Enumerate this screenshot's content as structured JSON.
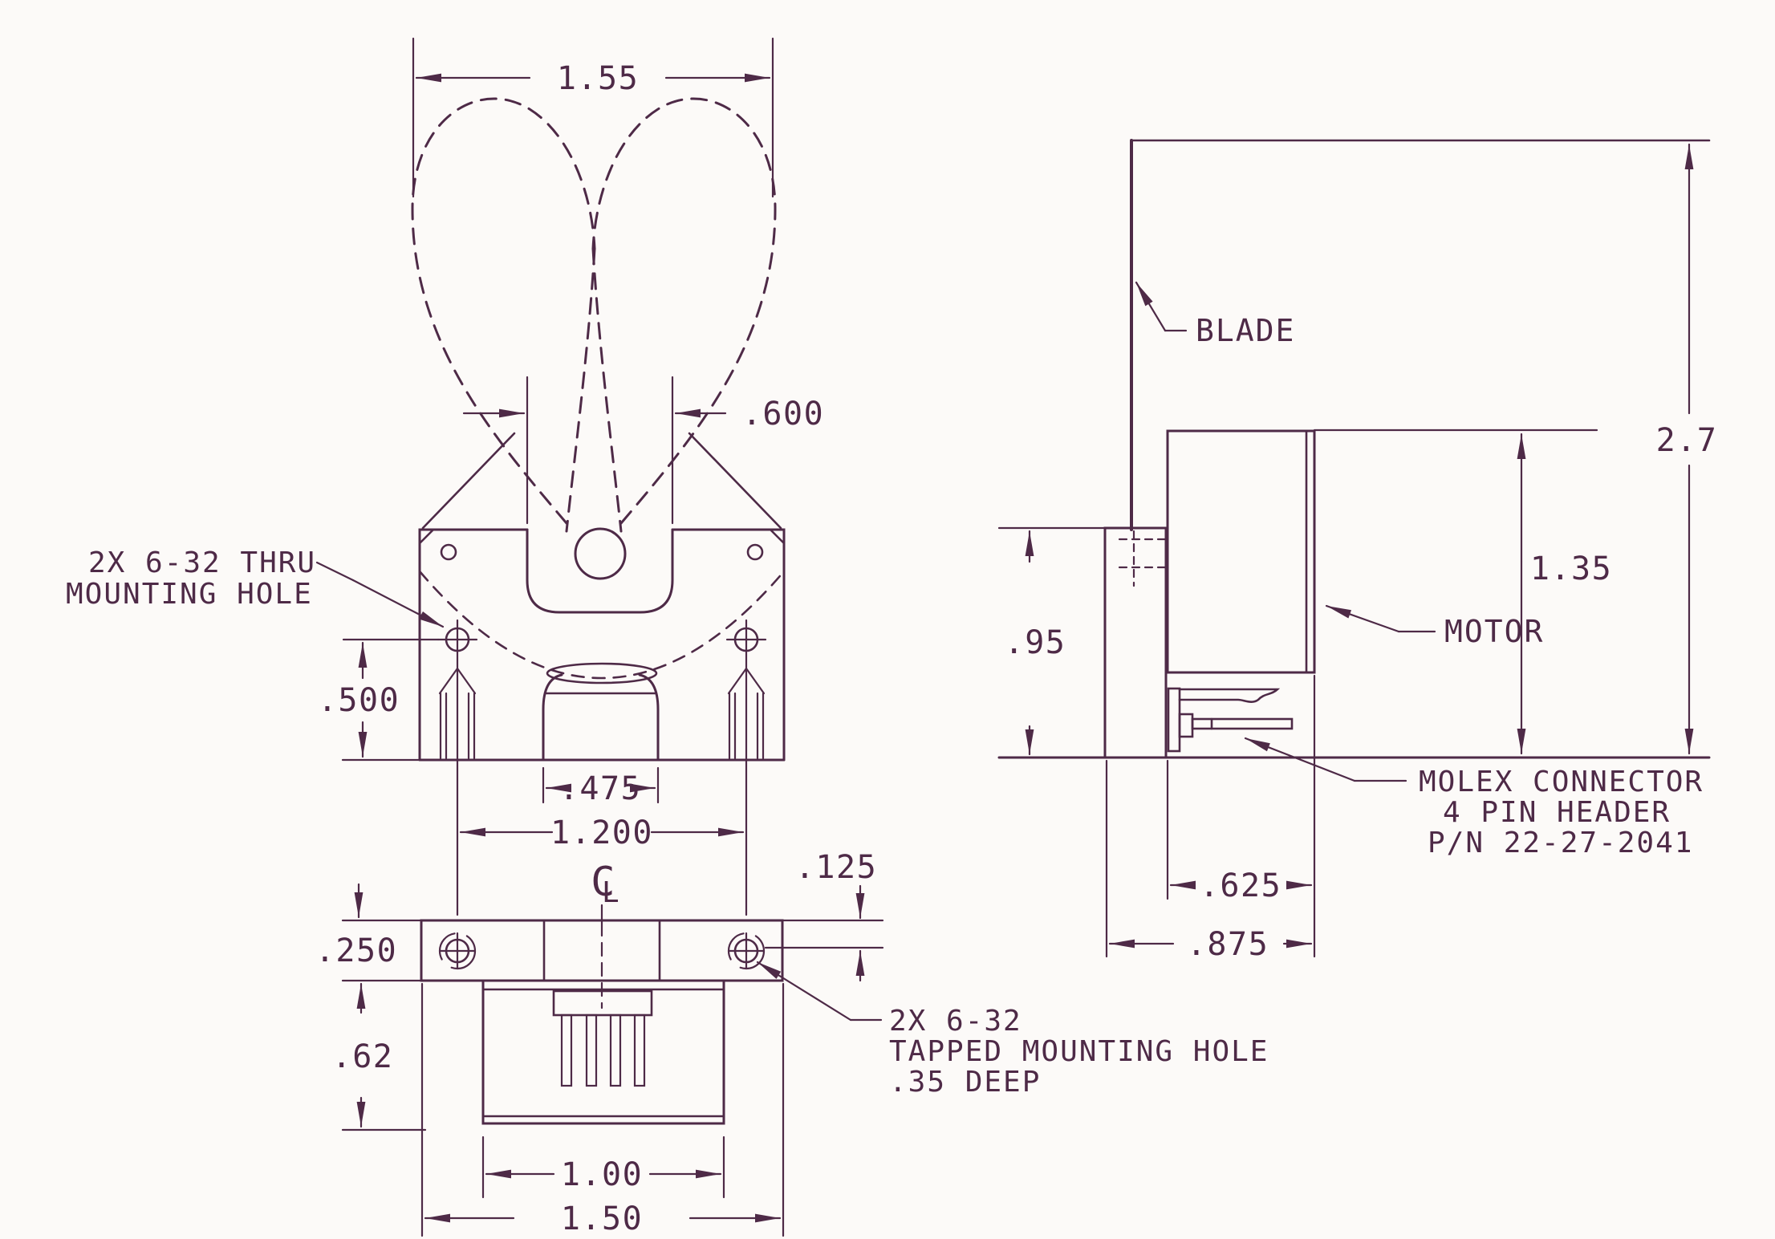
{
  "drawing": {
    "colors": {
      "ink": "#4e2a47",
      "paper": "#fcfaf8"
    },
    "front_view": {
      "dims": {
        "blade_sweep": "1.55",
        "cutout_width": ".600",
        "hole_height": ".500",
        "pedestal_width": ".475",
        "hole_spacing": "1.200"
      },
      "note": [
        "2X 6-32 THRU",
        "MOUNTING HOLE"
      ]
    },
    "bottom_view": {
      "dims": {
        "flange_thickness": ".250",
        "housing_depth": ".62",
        "housing_width": "1.00",
        "flange_width": "1.50",
        "hole_offset": ".125"
      },
      "note": [
        "2X 6-32",
        "TAPPED MOUNTING HOLE",
        ".35 DEEP"
      ],
      "centerline": {
        "c": "C",
        "l": "L"
      }
    },
    "side_view": {
      "dims": {
        "overall_height": "2.7",
        "motor_top_height": "1.35",
        "bracket_height": ".95",
        "connector_depth": ".625",
        "bracket_depth": ".875"
      },
      "labels": {
        "blade": "BLADE",
        "motor": "MOTOR"
      },
      "note": [
        "MOLEX CONNECTOR",
        "4 PIN HEADER",
        "P/N 22-27-2041"
      ]
    }
  }
}
